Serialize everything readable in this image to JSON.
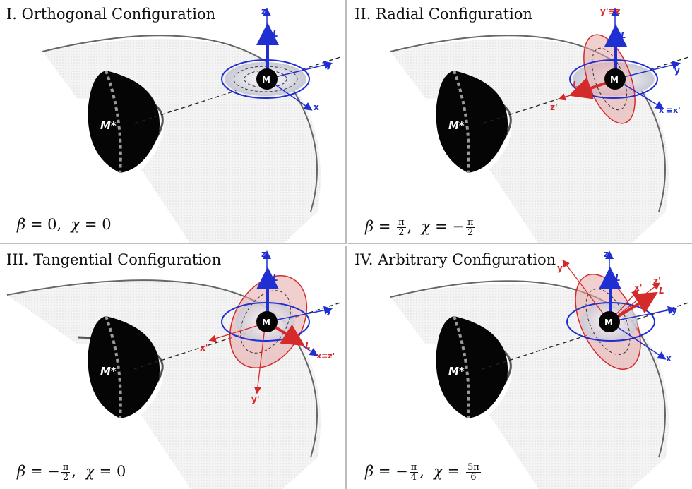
{
  "panels": [
    {
      "title": "I. Orthogonal Configuration",
      "formula": {
        "beta": "0",
        "chi": "0"
      },
      "labels": {
        "z": "z",
        "y": "y",
        "x": "x",
        "L": "L",
        "M": "M",
        "Mstar": "M*"
      }
    },
    {
      "title": "II. Radial Configuration",
      "formula": {
        "beta_num": "π",
        "beta_den": "2",
        "chi_num": "π",
        "chi_den": "2"
      },
      "labels": {
        "ytop": "y'≡z",
        "y": "y",
        "x": "x ≡x'",
        "L_blue": "L",
        "L_red": "L",
        "zprime": "z'",
        "M": "M",
        "Mstar": "M*"
      }
    },
    {
      "title": "III. Tangential Configuration",
      "formula": {
        "beta_num": "π",
        "beta_den": "2",
        "chi": "0"
      },
      "labels": {
        "z": "z",
        "y": "y",
        "xz": "x≡z'",
        "L_blue": "L",
        "L_red": "L",
        "xprime": "x'",
        "yprime": "y'",
        "M": "M",
        "Mstar": "M*"
      }
    },
    {
      "title": "IV. Arbitrary Configuration",
      "formula": {
        "beta_num": "π",
        "beta_den": "4",
        "chi_num": "5π",
        "chi_den": "6"
      },
      "labels": {
        "z": "z",
        "y": "y",
        "x": "x",
        "yprime": "y'",
        "xprime": "x'",
        "zprime": "z'",
        "L_blue": "L",
        "L_red": "L",
        "M": "M",
        "Mstar": "M*"
      }
    }
  ],
  "colors": {
    "blue": "#1f2fd1",
    "red": "#d42a2a",
    "disk_fill": "#eeeeee",
    "disk_edge": "#555555",
    "star": "#050505",
    "frame": "#bdbdbd",
    "red_fill": "#e8a7a7"
  }
}
